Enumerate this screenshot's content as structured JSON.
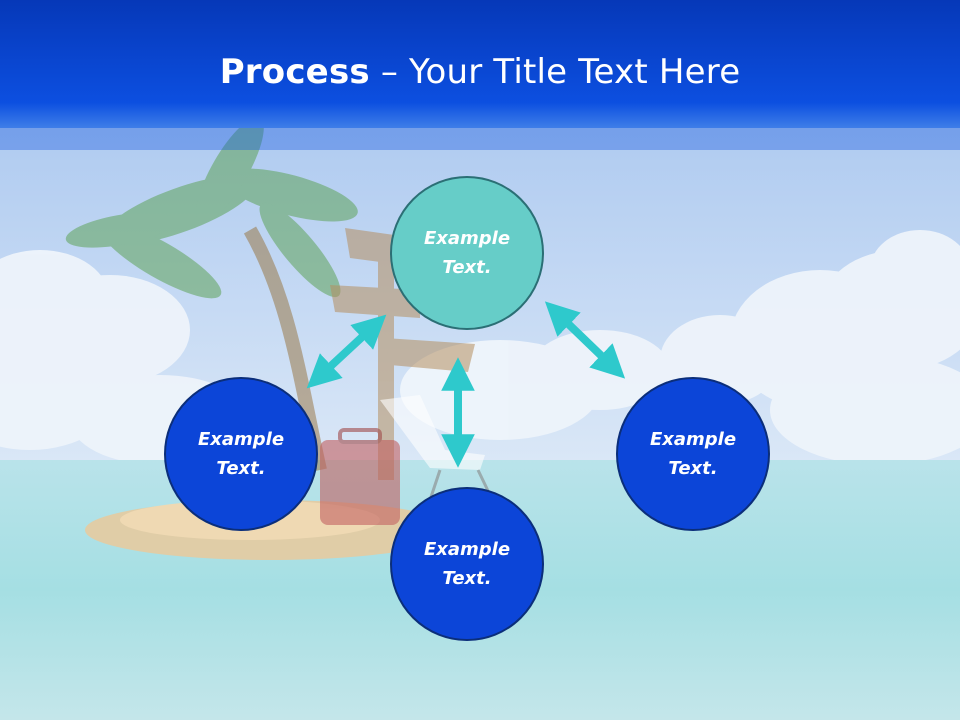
{
  "header": {
    "title_bold": "Process",
    "title_rest": " – Your Title Text Here"
  },
  "nodes": {
    "top": "Example Text.",
    "left": "Example Text.",
    "right": "Example Text.",
    "bottom": "Example Text."
  },
  "colors": {
    "header_blue": "#0a3fd0",
    "node_blue": "#0c45d8",
    "node_teal": "#66cdc8",
    "arrow": "#2ec9cc"
  },
  "icons": [
    "palm-tree-icon",
    "signpost-icon",
    "suitcase-icon",
    "beach-chair-icon",
    "double-arrow-icon"
  ]
}
